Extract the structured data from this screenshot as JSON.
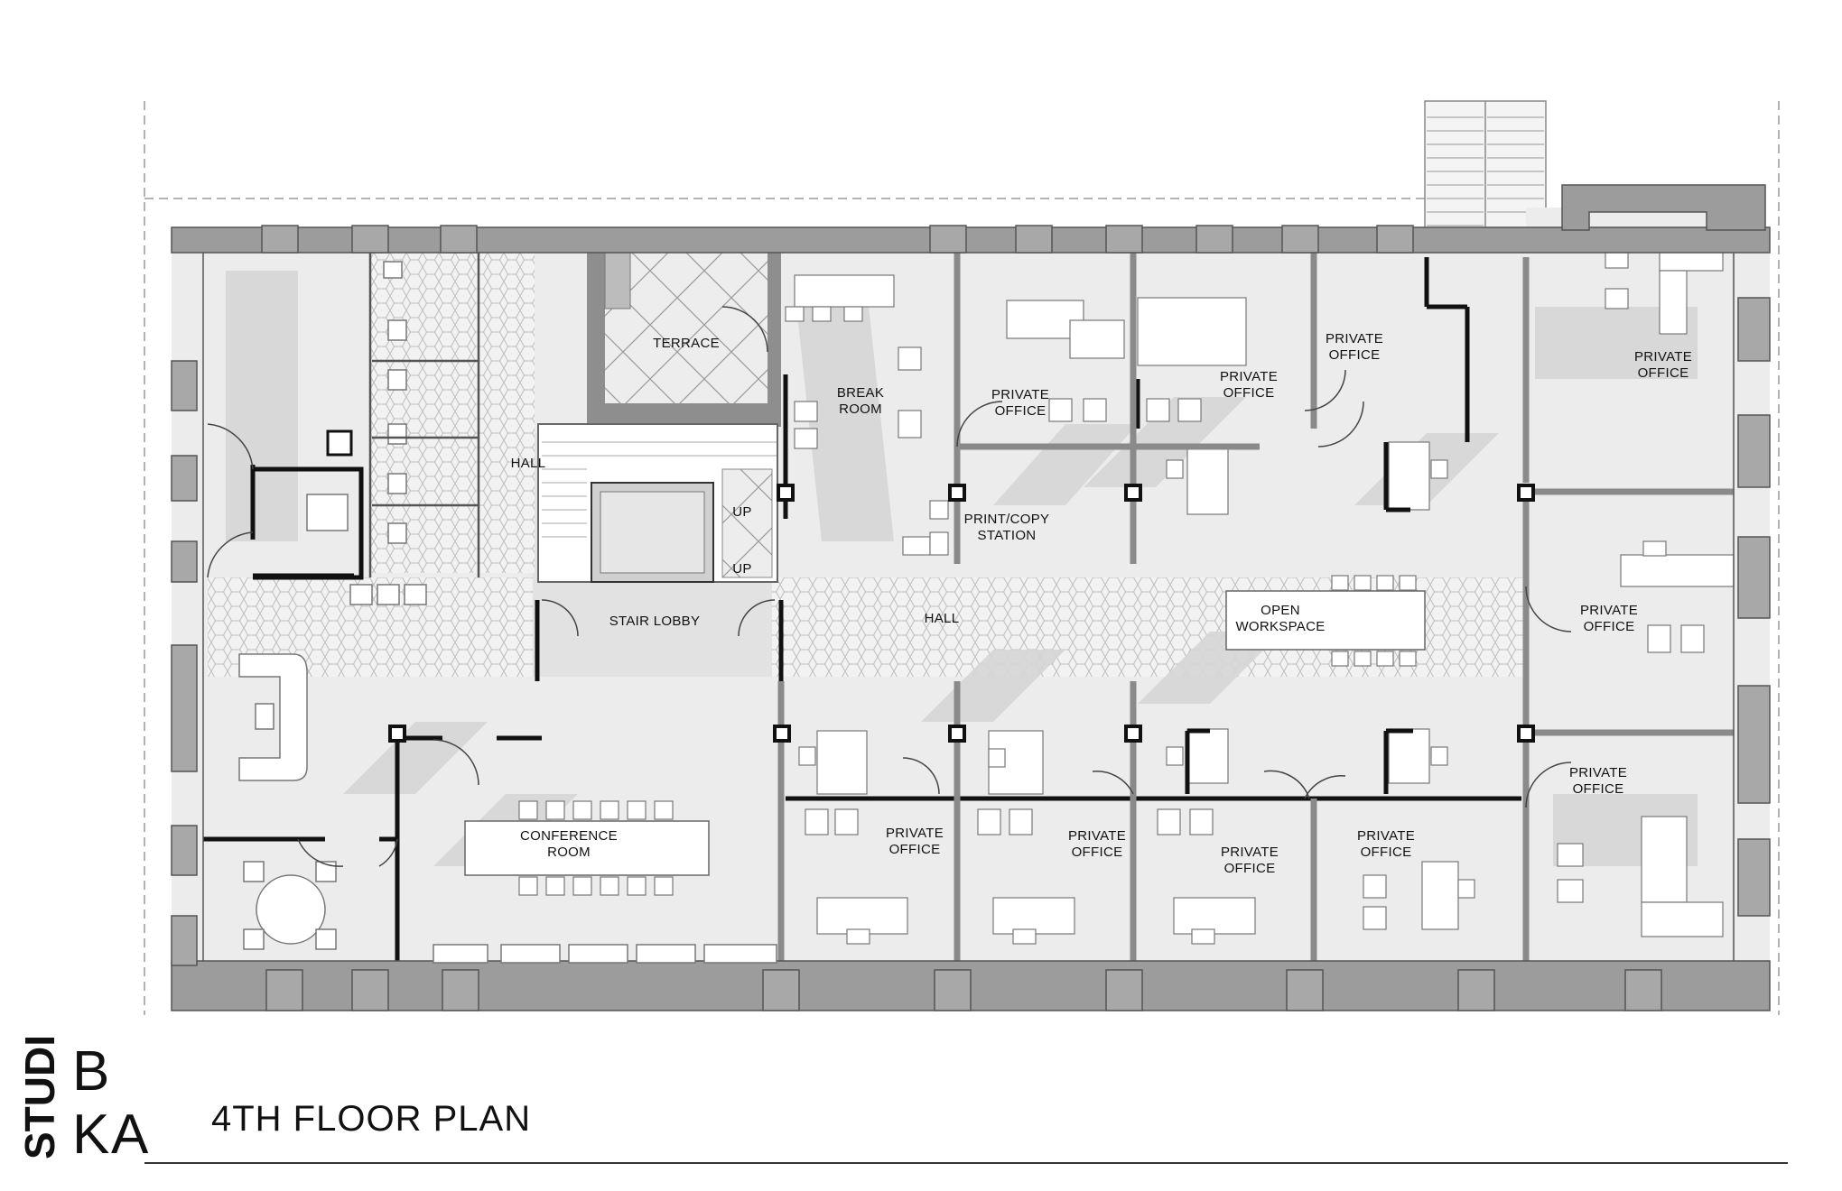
{
  "plan_title": "4TH FLOOR PLAN",
  "logo": {
    "studio": "STUDIO",
    "letters_a": "B",
    "letters_b": "K",
    "letters_c": "A"
  },
  "colors": {
    "wall": "#9c9c9c",
    "wall_dark": "#111111",
    "floor": "#ececec",
    "shadow": "#d3d3d3",
    "furniture": "#ffffff"
  },
  "rooms": [
    {
      "id": "terrace",
      "label_lines": [
        "TERRACE"
      ]
    },
    {
      "id": "break-room",
      "label_lines": [
        "BREAK",
        "ROOM"
      ]
    },
    {
      "id": "private-office-1",
      "label_lines": [
        "PRIVATE",
        "OFFICE"
      ]
    },
    {
      "id": "private-office-2",
      "label_lines": [
        "PRIVATE",
        "OFFICE"
      ]
    },
    {
      "id": "private-office-3",
      "label_lines": [
        "PRIVATE",
        "OFFICE"
      ]
    },
    {
      "id": "private-office-4",
      "label_lines": [
        "PRIVATE",
        "OFFICE"
      ]
    },
    {
      "id": "hall-restroom",
      "label_lines": [
        "HALL"
      ]
    },
    {
      "id": "print-copy",
      "label_lines": [
        "PRINT/COPY",
        "STATION"
      ]
    },
    {
      "id": "up-1",
      "label_lines": [
        "UP"
      ]
    },
    {
      "id": "up-2",
      "label_lines": [
        "UP"
      ]
    },
    {
      "id": "stair-lobby",
      "label_lines": [
        "STAIR LOBBY"
      ]
    },
    {
      "id": "hall-main",
      "label_lines": [
        "HALL"
      ]
    },
    {
      "id": "open-workspace",
      "label_lines": [
        "OPEN",
        "WORKSPACE"
      ]
    },
    {
      "id": "private-office-5",
      "label_lines": [
        "PRIVATE",
        "OFFICE"
      ]
    },
    {
      "id": "private-office-6",
      "label_lines": [
        "PRIVATE",
        "OFFICE"
      ]
    },
    {
      "id": "conference",
      "label_lines": [
        "CONFERENCE",
        "ROOM"
      ]
    },
    {
      "id": "private-office-7",
      "label_lines": [
        "PRIVATE",
        "OFFICE"
      ]
    },
    {
      "id": "private-office-8",
      "label_lines": [
        "PRIVATE",
        "OFFICE"
      ]
    },
    {
      "id": "private-office-9",
      "label_lines": [
        "PRIVATE",
        "OFFICE"
      ]
    },
    {
      "id": "private-office-10",
      "label_lines": [
        "PRIVATE",
        "OFFICE"
      ]
    }
  ]
}
